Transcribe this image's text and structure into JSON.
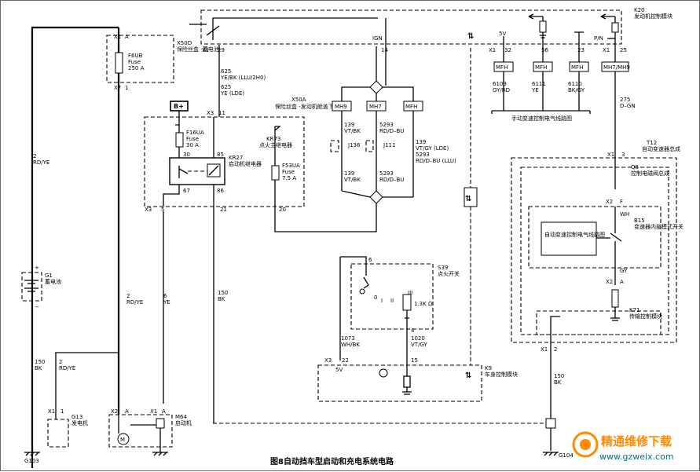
{
  "caption": "图8自动挡车型启动和充电系统电路",
  "watermark": {
    "title": "精通维修下载",
    "url": "www.gzweix.com",
    "accent": "#ff8a00",
    "text_color": "#0a6b8a"
  },
  "components": {
    "k20": {
      "id": "K20",
      "name": "发动机控制模块"
    },
    "x50d": {
      "id": "X50D",
      "name": "保险丝盒 -蓄电池"
    },
    "f6ub": {
      "id": "F6UB",
      "type": "Fuse",
      "rating": "250 A"
    },
    "x50a": {
      "id": "X50A",
      "name": "保险丝盒 -发动机舱盖下"
    },
    "f16ua": {
      "id": "F16UA",
      "type": "Fuse",
      "rating": "30 A"
    },
    "kr27": {
      "id": "KR27",
      "name": "启动机继电器"
    },
    "kr73": {
      "id": "KR73",
      "name": "点火主继电器"
    },
    "f53ua": {
      "id": "F53UA",
      "type": "Fuse",
      "rating": "7.5 A"
    },
    "battery": {
      "id": "G1",
      "name": "蓄电池"
    },
    "generator": {
      "id": "G13",
      "name": "发电机"
    },
    "starter": {
      "id": "M64",
      "name": "启动机"
    },
    "s39": {
      "id": "S39",
      "name": "点火开关",
      "resistor": "1.3K Ω"
    },
    "k9": {
      "id": "K9",
      "name": "车身控制模块",
      "ref": "5V"
    },
    "t12": {
      "id": "T12",
      "name": "自动变速器总成"
    },
    "q8": {
      "id": "Q8",
      "name": "控制电磁阀总成"
    },
    "b15": {
      "id": "B15",
      "name": "变速器内部模式开关"
    },
    "auto_circuit": "自动变速控制电气线路图",
    "k71": {
      "id": "K71",
      "name": "传输控制模块"
    },
    "manual_circuit": "手动变速控制电气线路图",
    "g103": "G103",
    "g104": "G104"
  },
  "labels": {
    "bplus": "B+",
    "ign": "IGN",
    "pn": "P/N",
    "v5": "5V",
    "pins": {
      "x1": "X1",
      "x2": "X2",
      "x3": "X3",
      "x7": "X7",
      "a": "A",
      "f": "F",
      "p1": "1",
      "p2": "2",
      "p3": "3",
      "p4": "4",
      "p5": "5",
      "p6": "6",
      "p11": "11",
      "p14": "14",
      "p15": "15",
      "p21": "21",
      "p20": "20",
      "p22": "22",
      "p23": "23",
      "p25": "25",
      "p29": "29",
      "p30": "30",
      "p32": "32",
      "p56": "56",
      "p67": "67",
      "p85": "85",
      "p86": "86"
    },
    "connectors": {
      "mh9": "MH9",
      "mh7": "MH7",
      "mfh": "MFH",
      "mh7mh9": "MH7/MH9",
      "j136": "J136",
      "j111": "J111"
    },
    "switch_pos": {
      "off": "0",
      "i": "I",
      "ii": "II",
      "iii": "III"
    }
  },
  "wires": {
    "w625a": {
      "num": "625",
      "color": "YE/BK (LLU/2H0)"
    },
    "w625b": {
      "num": "625",
      "color": "YE (LDE)"
    },
    "w2a": {
      "num": "2",
      "color": "RD/YE"
    },
    "w2b": {
      "num": "2",
      "color": "RD/YE"
    },
    "w2c": {
      "num": "2",
      "color": "RD/YE"
    },
    "w6": {
      "num": "6",
      "color": "YE"
    },
    "w150a": {
      "num": "150",
      "color": "BK"
    },
    "w150b": {
      "num": "150",
      "color": "BK"
    },
    "w150c": {
      "num": "150",
      "color": "BK"
    },
    "w139a": {
      "num": "139",
      "color": "VT/BK"
    },
    "w139b": {
      "num": "139",
      "color": "VT/BK"
    },
    "w139c": {
      "num": "139",
      "color": "VT/GY (LDE)"
    },
    "w5293a": {
      "num": "5293",
      "color": "RD/D–BU"
    },
    "w5293b": {
      "num": "5293",
      "color": "RD/D–BU"
    },
    "w5293c": {
      "num": "5293",
      "color": "RD/D–BU (LLU)"
    },
    "w6109": {
      "num": "6109",
      "color": "GY/RD"
    },
    "w6111": {
      "num": "6111",
      "color": "YE"
    },
    "w6110": {
      "num": "6110",
      "color": "BK/GY"
    },
    "w275": {
      "num": "275",
      "color": "D–GN"
    },
    "w1073": {
      "num": "1073",
      "color": "WH/BK"
    },
    "w1020": {
      "num": "1020",
      "color": "VT/GY"
    },
    "wh": "WH",
    "gy": "GY"
  }
}
